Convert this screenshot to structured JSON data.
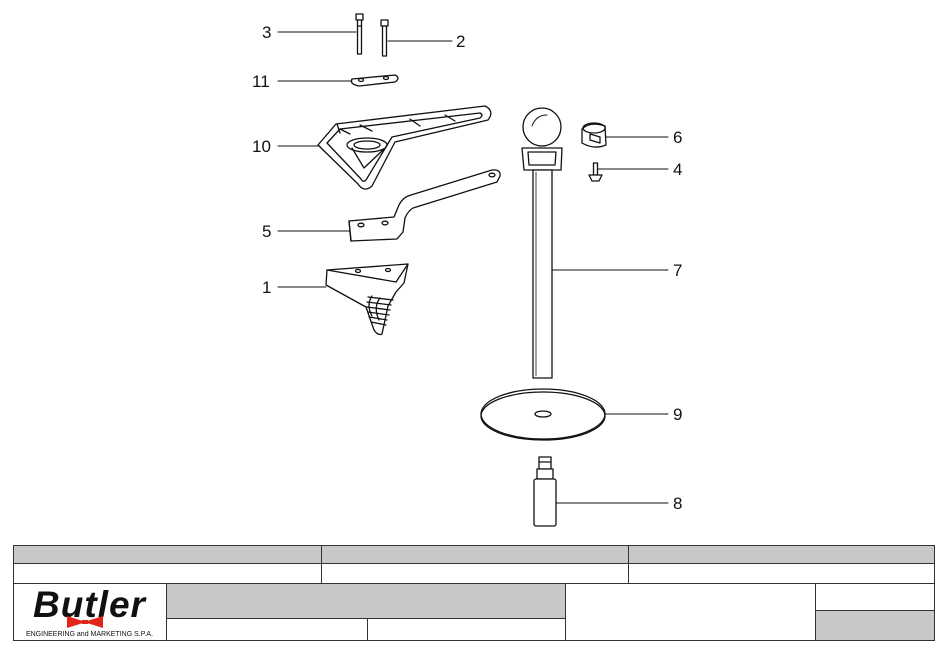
{
  "callouts": [
    {
      "id": "c3",
      "label": "3"
    },
    {
      "id": "c2",
      "label": "2"
    },
    {
      "id": "c11",
      "label": "11"
    },
    {
      "id": "c10",
      "label": "10"
    },
    {
      "id": "c5",
      "label": "5"
    },
    {
      "id": "c1",
      "label": "1"
    },
    {
      "id": "c6",
      "label": "6"
    },
    {
      "id": "c4",
      "label": "4"
    },
    {
      "id": "c7",
      "label": "7"
    },
    {
      "id": "c9",
      "label": "9"
    },
    {
      "id": "c8",
      "label": "8"
    }
  ],
  "logo": {
    "wordmark": "Butler",
    "subtitle": "ENGINEERING and MARKETING S.P.A."
  },
  "colors": {
    "line": "#111111",
    "header_fill": "#c8c8c8",
    "logo_bow": "#e0251b"
  }
}
